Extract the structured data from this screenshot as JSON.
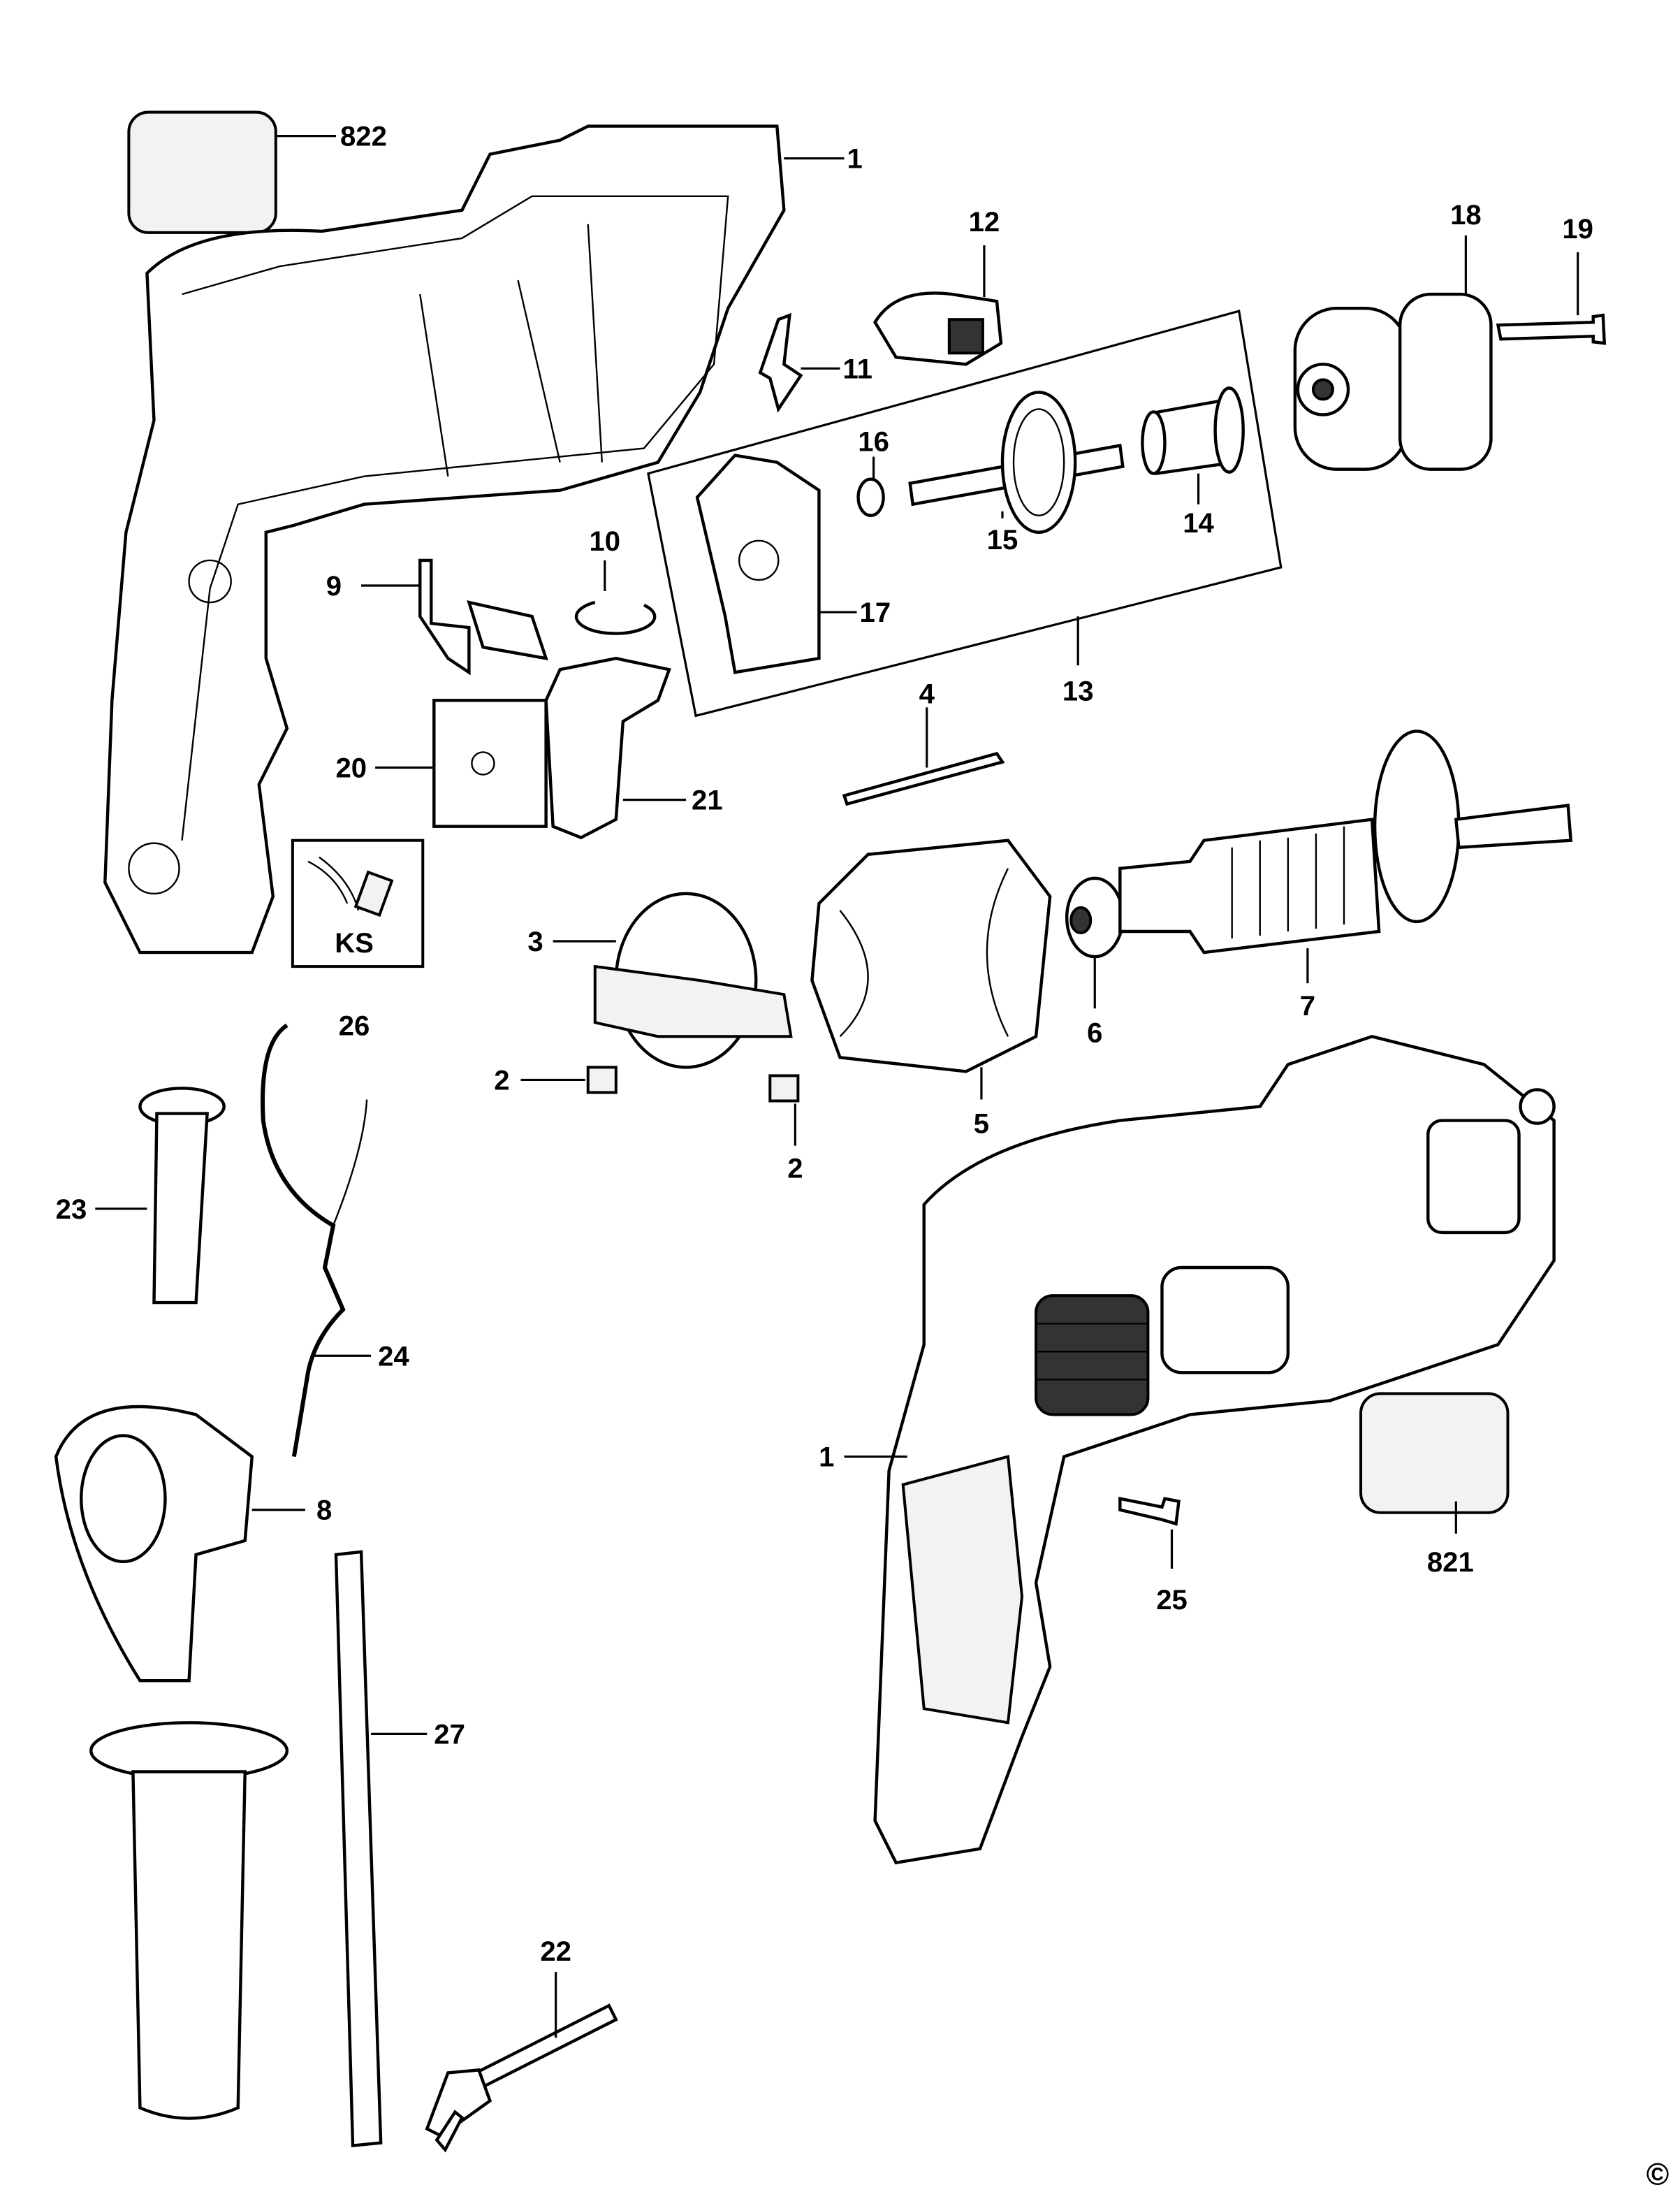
{
  "diagram": {
    "labels": {
      "p822": "822",
      "p1_top": "1",
      "p12": "12",
      "p18": "18",
      "p19": "19",
      "p11": "11",
      "p16": "16",
      "p14": "14",
      "p15": "15",
      "p10": "10",
      "p9": "9",
      "p17": "17",
      "p13": "13",
      "p4": "4",
      "p20": "20",
      "p21": "21",
      "ks": "KS",
      "p26": "26",
      "p3": "3",
      "p6": "6",
      "p7": "7",
      "p2_left": "2",
      "p2_right": "2",
      "p5": "5",
      "p23": "23",
      "p24": "24",
      "p1_bottom": "1",
      "p8": "8",
      "p821": "821",
      "p25": "25",
      "p27": "27",
      "p22": "22"
    },
    "copyright": "©"
  }
}
